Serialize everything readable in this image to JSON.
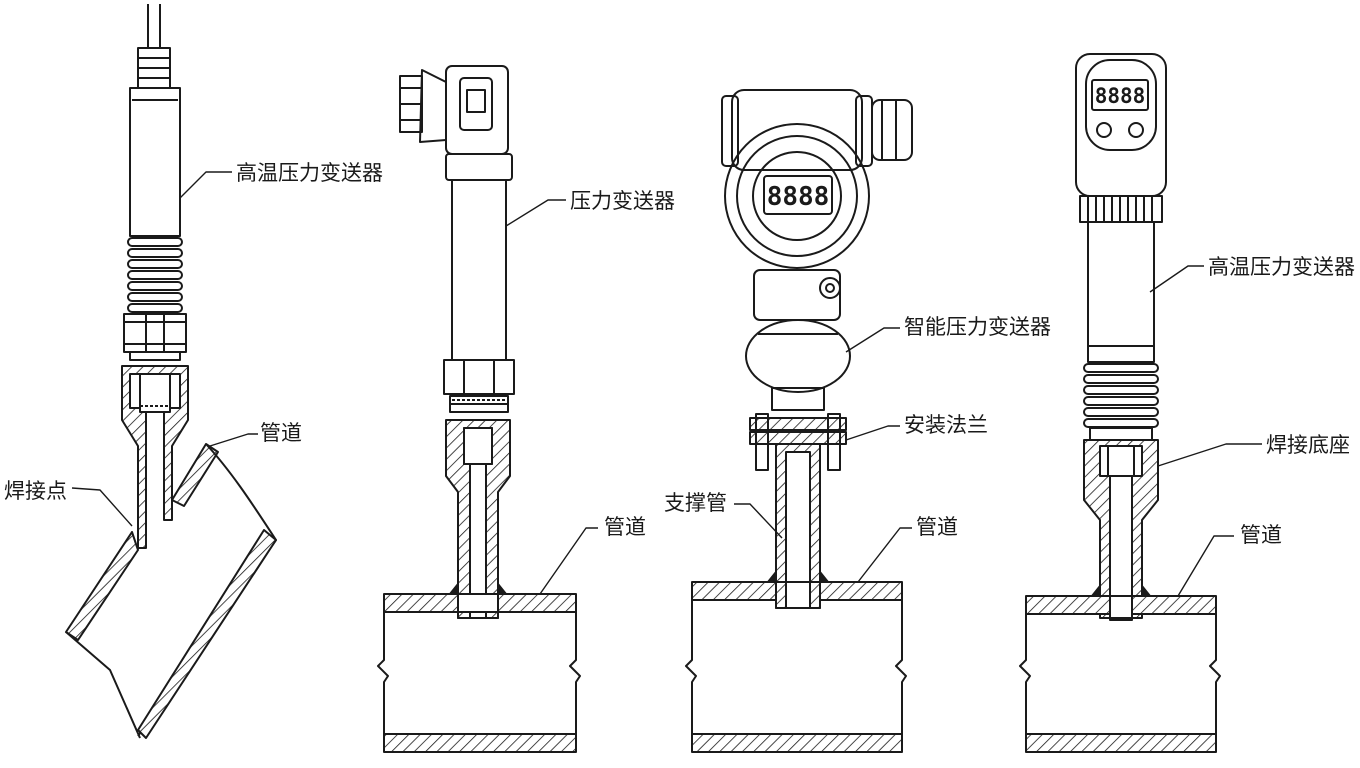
{
  "labels": {
    "high_temp_transmitter": "高温压力变送器",
    "pipe": "管道",
    "weld_point": "焊接点",
    "pressure_transmitter": "压力变送器",
    "smart_transmitter": "智能压力变送器",
    "mounting_flange": "安装法兰",
    "support_tube": "支撑管",
    "weld_base": "焊接底座"
  },
  "displays": {
    "smart_lcd": "8888",
    "digital_lcd": "8888"
  },
  "colors": {
    "line": "#1a1a1a",
    "background": "#ffffff"
  }
}
